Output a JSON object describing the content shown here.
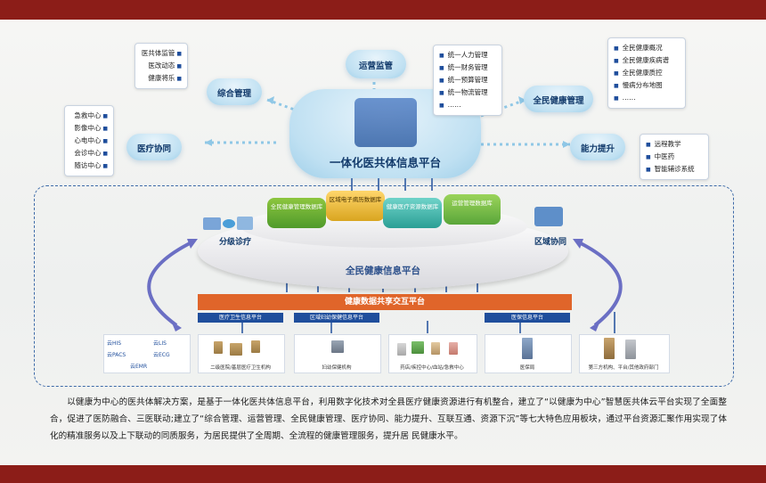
{
  "top_cloud": {
    "title": "一体化医共体信息平台"
  },
  "nodes": {
    "zonghe": "综合管理",
    "yunying": "运营监管",
    "quanmin": "全民健康管理",
    "yiliao": "医疗协同",
    "nengli": "能力提升"
  },
  "lists": {
    "zonghe": [
      "医共体监管",
      "医改动态",
      "健康将乐"
    ],
    "yunying": [
      "统一人力管理",
      "统一财务管理",
      "统一预算管理",
      "统一物流管理",
      "……"
    ],
    "quanmin": [
      "全民健康概况",
      "全民健康疾病谱",
      "全民健康质控",
      "慢病分布地图",
      "……"
    ],
    "yiliao": [
      "急救中心",
      "影像中心",
      "心电中心",
      "会诊中心",
      "随访中心"
    ],
    "nengli": [
      "远程教学",
      "中医药",
      "智能辅诊系统"
    ]
  },
  "databases": [
    "全民健康管理数据库",
    "区域电子病历数据库",
    "健康医疗资源数据库",
    "运营管理数据库"
  ],
  "side_labels": {
    "left": "分级诊疗",
    "right": "区域协同"
  },
  "platform_label": "全民健康信息平台",
  "exchange_label": "健康数据共享交互平台",
  "sub_platforms": [
    "医疗卫生信息平台",
    "区域妇幼保健信息平台",
    "医保信息平台"
  ],
  "cloud_tags": [
    "云HIS",
    "云LIS",
    "云PACS",
    "云ECG",
    "云EMR"
  ],
  "cards": [
    {
      "caption": "二级医院/基层医疗卫生机构"
    },
    {
      "caption": "妇幼保健机构"
    },
    {
      "caption": "药店/疾控中心/血站/急救中心"
    },
    {
      "caption": "医保局"
    },
    {
      "caption": "第三方机构、平台/其他政府部门"
    }
  ],
  "description": "以健康为中心的医共体解决方案，是基于一体化医共体信息平台，利用数字化技术对全县医疗健康资源进行有机整合，建立了“以健康为中心”智慧医共体云平台实现了全面整合，促进了医防融合、三医联动;建立了“综合管理、运营管理、全民健康管理、医疗协同、能力提升、互联互通、资源下沉”等七大特色应用板块，通过平台资源汇聚作用实现了体化的精准服务以及上下联动的同质服务，为居民提供了全周期、全流程的健康管理服务，提升居 民健康水平。",
  "colors": {
    "frame": "#8c1d18",
    "accent_orange": "#e0652a",
    "accent_blue": "#1f4e9c"
  }
}
